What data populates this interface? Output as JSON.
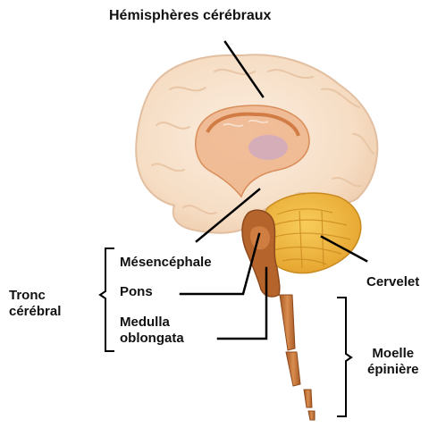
{
  "labels": {
    "hemispheres": "Hémisphères cérébraux",
    "mesencephale": "Mésencéphale",
    "pons": "Pons",
    "medulla_line1": "Medulla",
    "medulla_line2": "oblongata",
    "tronc_line1": "Tronc",
    "tronc_line2": "cérébral",
    "cervelet": "Cervelet",
    "moelle_line1": "Moelle",
    "moelle_line2": "épinière"
  },
  "colors": {
    "cerebrum": "#f6ddc4",
    "cerebrum_outline": "#e2bfa0",
    "limbic": "#e9a878",
    "cerebellum": "#f0b23a",
    "brainstem": "#b5652c",
    "spinal_cord": "#c77a3e",
    "leader_lines": "#000000"
  }
}
